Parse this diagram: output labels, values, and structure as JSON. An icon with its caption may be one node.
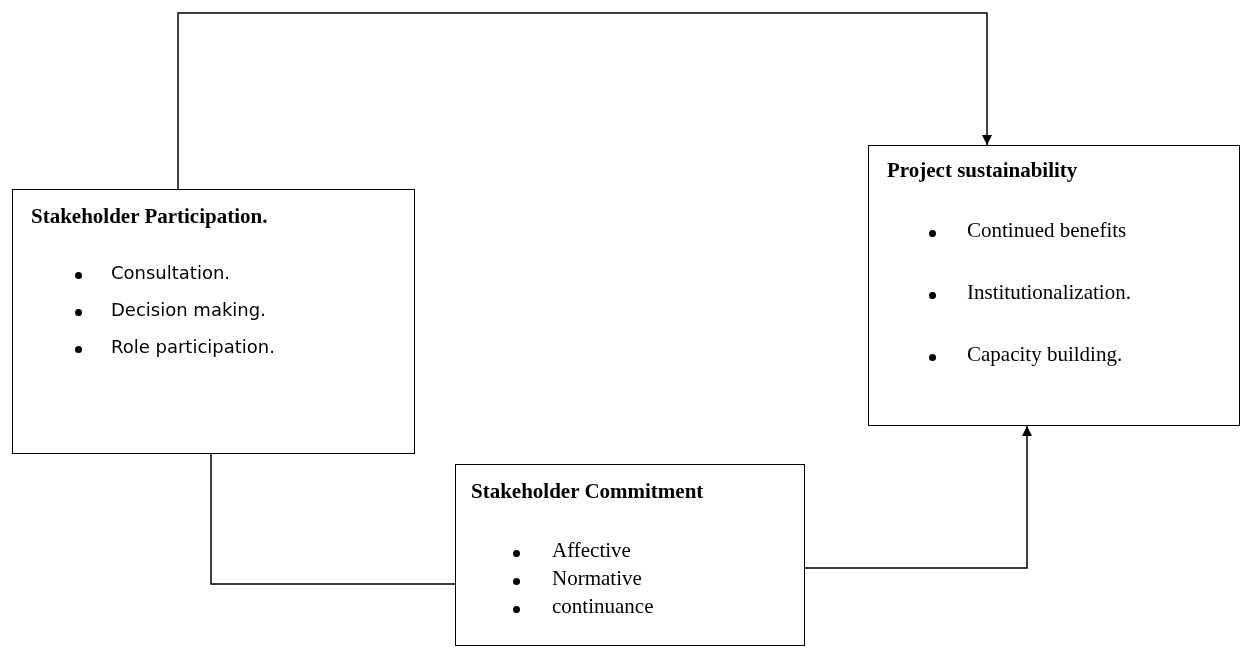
{
  "diagram": {
    "nodes": [
      {
        "text": [
          "Stakeholder Participation.",
          "Consultation.",
          "Decision making.",
          "Role participation."
        ]
      },
      {
        "text": [
          "Project sustainability",
          "Continued benefits",
          "Institutionalization.",
          "Capacity building."
        ]
      },
      {
        "text": [
          "Stakeholder Commitment",
          "Affective",
          "Normative",
          "continuance"
        ]
      }
    ],
    "edges": [
      {
        "from": 0,
        "to": 1,
        "arrow": "to"
      },
      {
        "from": 0,
        "to": 2,
        "arrow": "none"
      },
      {
        "from": 2,
        "to": 1,
        "arrow": "to"
      }
    ]
  }
}
